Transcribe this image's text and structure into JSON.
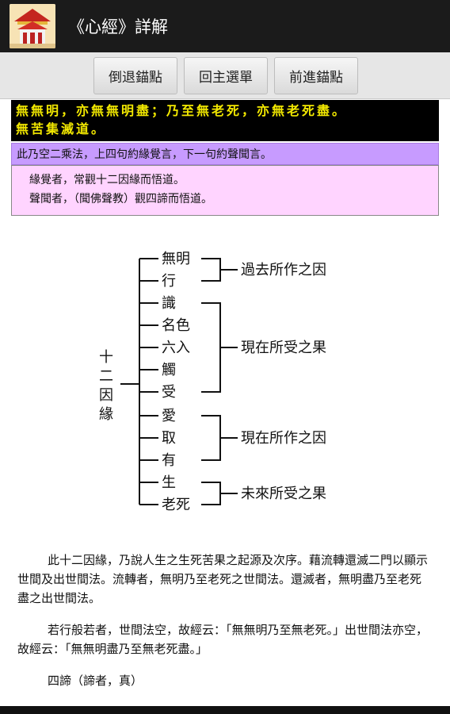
{
  "app": {
    "title": "《心經》詳解",
    "icon": "temple-icon"
  },
  "toolbar": {
    "back_label": "倒退錨點",
    "home_label": "回主選單",
    "forward_label": "前進錨點"
  },
  "verse": {
    "line1": "無無明，亦無無明盡；乃至無老死，亦無老死盡。",
    "line2": "無苦集滅道。"
  },
  "note": {
    "heading": "此乃空二乘法，上四句約緣覺言，下一句約聲聞言。",
    "line1": "緣覺者，常觀十二因緣而悟道。",
    "line2": "聲聞者，（聞佛聲教）觀四諦而悟道。"
  },
  "diagram": {
    "root": [
      "十",
      "二",
      "因",
      "緣"
    ],
    "links": [
      "無明",
      "行",
      "識",
      "名色",
      "六入",
      "觸",
      "受",
      "愛",
      "取",
      "有",
      "生",
      "老死"
    ],
    "groups": [
      "過去所作之因",
      "現在所受之果",
      "現在所作之因",
      "未來所受之果"
    ]
  },
  "paragraphs": {
    "p1": "此十二因緣，乃說人生之生死苦果之起源及次序。藉流轉還滅二門以顯示世間及出世間法。流轉者，無明乃至老死之世間法。還滅者，無明盡乃至老死盡之出世間法。",
    "p2": "若行般若者，世間法空，故經云：「無無明乃至無老死。」出世間法亦空，故經云：「無無明盡乃至無老死盡。」",
    "p3": "四諦（諦者，真）"
  },
  "colors": {
    "titlebar": "#1b1b1b",
    "verse_bg": "#000000",
    "verse_text": "#f2e800",
    "note_head_bg": "#c79bff",
    "note_body_bg": "#ffd4ff"
  }
}
